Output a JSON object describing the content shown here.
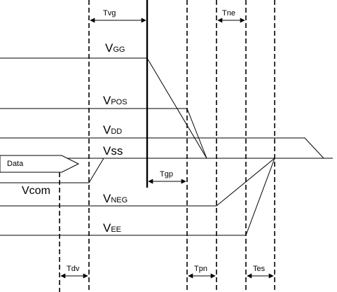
{
  "timing_intervals": {
    "tvg": "Tvg",
    "tne": "Tne",
    "tgp": "Tgp",
    "tdv": "Tdv",
    "tpn": "Tpn",
    "tes": "Tes"
  },
  "signals": {
    "vgg": {
      "main": "V",
      "sub": "GG"
    },
    "vpos": {
      "main": "V",
      "sub": "POS"
    },
    "vdd": {
      "main": "V",
      "sub": "DD"
    },
    "vss": {
      "main": "V",
      "sub": "ss"
    },
    "vneg": {
      "main": "V",
      "sub": "NEG"
    },
    "vee": {
      "main": "V",
      "sub": "EE"
    },
    "vcom": "Vcom",
    "data": "Data"
  }
}
